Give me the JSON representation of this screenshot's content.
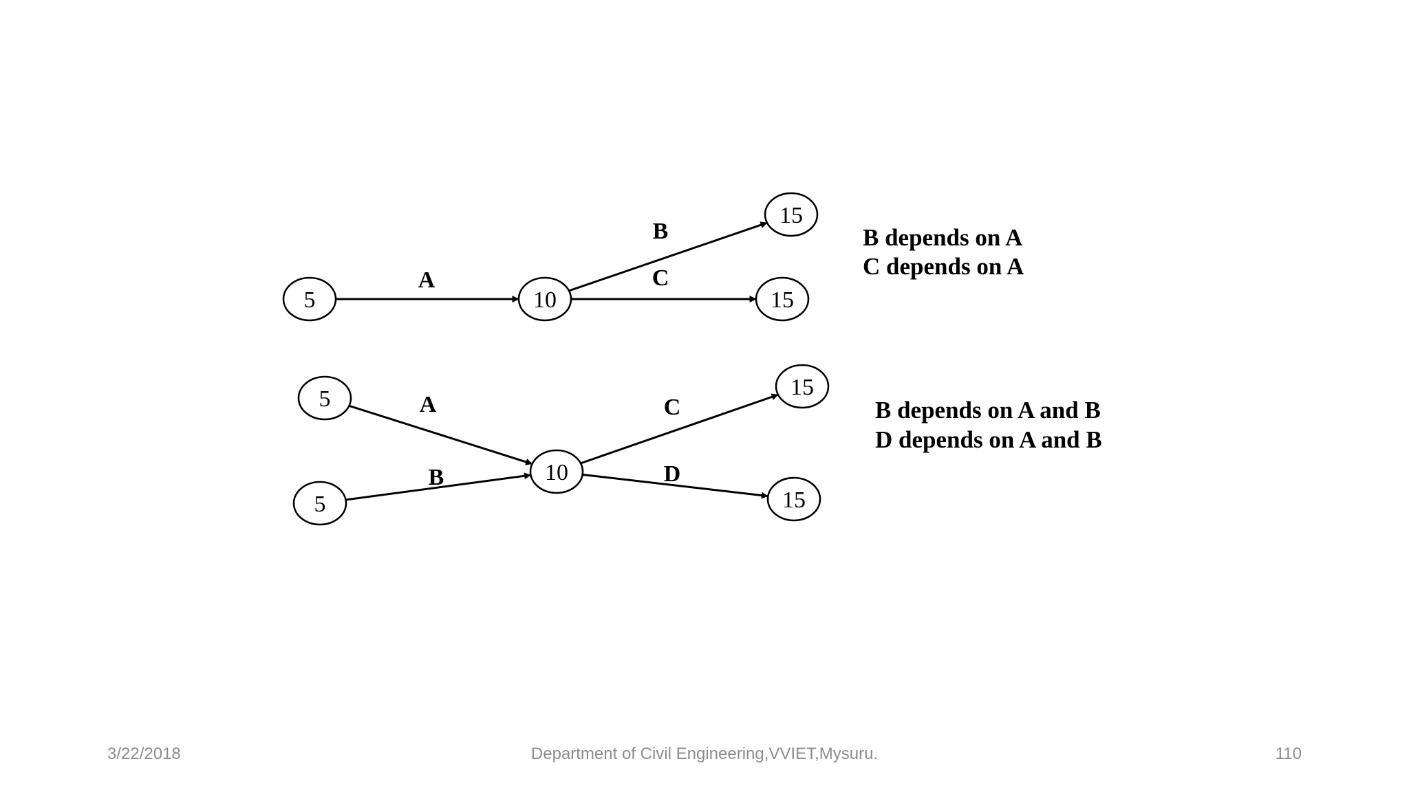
{
  "diagrams": [
    {
      "nodes": [
        {
          "label": "5"
        },
        {
          "label": "10"
        },
        {
          "label": "15"
        },
        {
          "label": "15"
        }
      ],
      "edges": [
        {
          "label": "A",
          "from": 0,
          "to": 1
        },
        {
          "label": "B",
          "from": 1,
          "to": 2
        },
        {
          "label": "C",
          "from": 1,
          "to": 3
        }
      ],
      "notes": [
        "B depends on A",
        "C depends on A"
      ]
    },
    {
      "nodes": [
        {
          "label": "5"
        },
        {
          "label": "5"
        },
        {
          "label": "10"
        },
        {
          "label": "15"
        },
        {
          "label": "15"
        }
      ],
      "edges": [
        {
          "label": "A",
          "from": 0,
          "to": 2
        },
        {
          "label": "B",
          "from": 1,
          "to": 2
        },
        {
          "label": "C",
          "from": 2,
          "to": 3
        },
        {
          "label": "D",
          "from": 2,
          "to": 4
        }
      ],
      "notes": [
        "B depends on A and B",
        "D depends on A and B"
      ]
    }
  ],
  "footer": {
    "date": "3/22/2018",
    "center": "Department of Civil Engineering,VVIET,Mysuru.",
    "page": "110"
  }
}
